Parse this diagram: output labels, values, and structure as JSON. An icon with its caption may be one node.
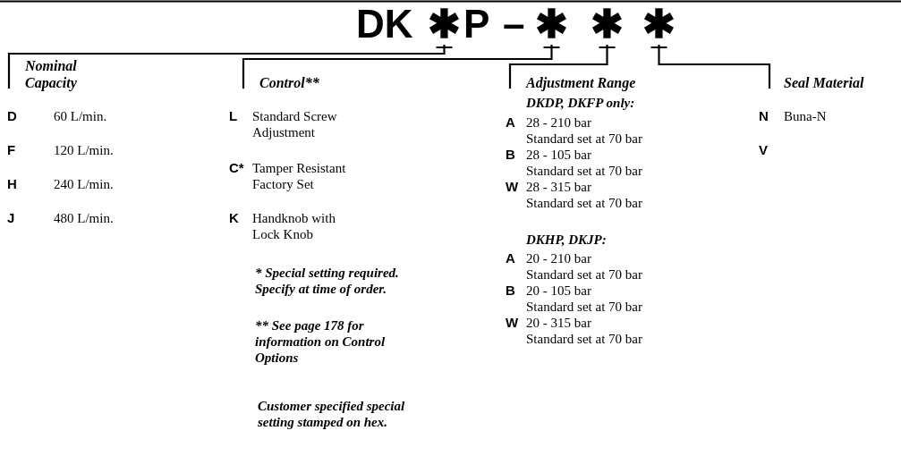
{
  "diagram": {
    "nodes": [
      {
        "text": [
          "DK"
        ]
      },
      {
        "text": [
          "✱"
        ]
      },
      {
        "text": [
          "P"
        ]
      },
      {
        "text": [
          "–"
        ]
      },
      {
        "text": [
          "✱"
        ]
      },
      {
        "text": [
          "✱"
        ]
      },
      {
        "text": [
          "✱"
        ]
      },
      {
        "text": [
          "Nominal Capacity"
        ]
      },
      {
        "text": [
          "Control**"
        ]
      },
      {
        "text": [
          "Adjustment Range"
        ]
      },
      {
        "text": [
          "Seal Material"
        ]
      }
    ],
    "edges": [
      {
        "from": 1,
        "to": 7,
        "arrow": "none"
      },
      {
        "from": 4,
        "to": 8,
        "arrow": "none"
      },
      {
        "from": 5,
        "to": 9,
        "arrow": "none"
      },
      {
        "from": 6,
        "to": 10,
        "arrow": "none"
      }
    ],
    "labels": [
      "D",
      "60 L/min.",
      "F",
      "120 L/min.",
      "H",
      "240 L/min.",
      "J",
      "480 L/min.",
      "L",
      "Standard Screw Adjustment",
      "C*",
      "Tamper Resistant Factory Set",
      "K",
      "Handknob with Lock Knob",
      "* Special setting required. Specify at time of order.",
      "** See page 178 for information on Control Options",
      "Customer specified special setting stamped on hex.",
      "DKDP, DKFP only:",
      "A",
      "28 - 210 bar",
      "Standard set at 70 bar",
      "B",
      "28 - 105 bar",
      "Standard set at 70 bar",
      "W",
      "28 - 315 bar",
      "Standard set at 70 bar",
      "DKHP, DKJP:",
      "A",
      "20 - 210 bar",
      "Standard set at 70 bar",
      "B",
      "20 - 105 bar",
      "Standard set at 70 bar",
      "W",
      "20 - 315 bar",
      "Standard set at 70 bar",
      "N",
      "Buna-N",
      "V"
    ]
  }
}
